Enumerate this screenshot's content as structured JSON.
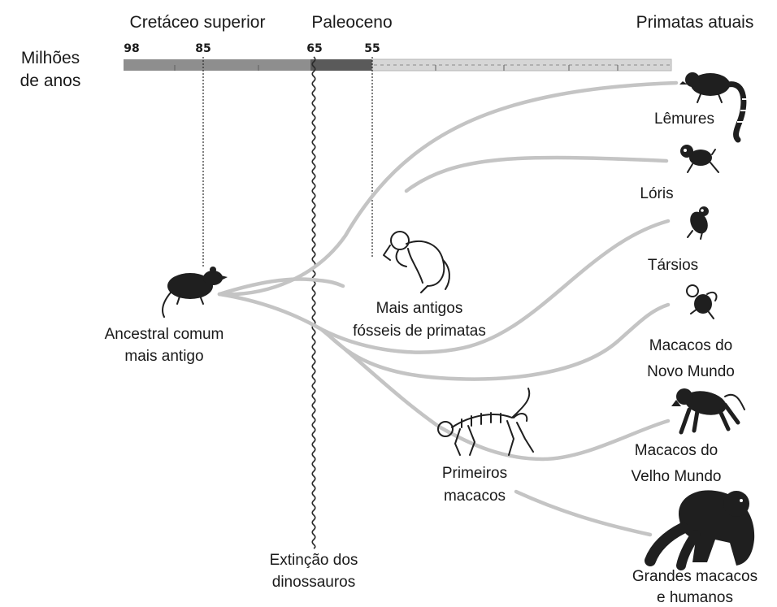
{
  "periods": {
    "cretaceous": "Cretáceo superior",
    "paleocene": "Paleoceno",
    "present": "Primatas atuais"
  },
  "axis": {
    "label_line1": "Milhões",
    "label_line2": "de anos",
    "ticks": [
      "98",
      "85",
      "65",
      "55"
    ]
  },
  "nodes": {
    "ancestor_line1": "Ancestral comum",
    "ancestor_line2": "mais antigo",
    "fossils_line1": "Mais antigos",
    "fossils_line2": "fósseis de primatas",
    "first_monkeys_line1": "Primeiros",
    "first_monkeys_line2": "macacos",
    "extinction_line1": "Extinção dos",
    "extinction_line2": "dinossauros"
  },
  "groups": {
    "lemurs": "Lêmures",
    "lorises": "Lóris",
    "tarsiers": "Társios",
    "new_world_line1": "Macacos do",
    "new_world_line2": "Novo Mundo",
    "old_world_line1": "Macacos do",
    "old_world_line2": "Velho Mundo",
    "apes_line1": "Grandes macacos",
    "apes_line2": "e humanos"
  },
  "colors": {
    "branch": "#c4c4c4",
    "bar_dark": "#5a5a5a",
    "bar_mid": "#8e8e8e",
    "bar_light": "#d6d6d6",
    "ink": "#1a1a1a"
  }
}
